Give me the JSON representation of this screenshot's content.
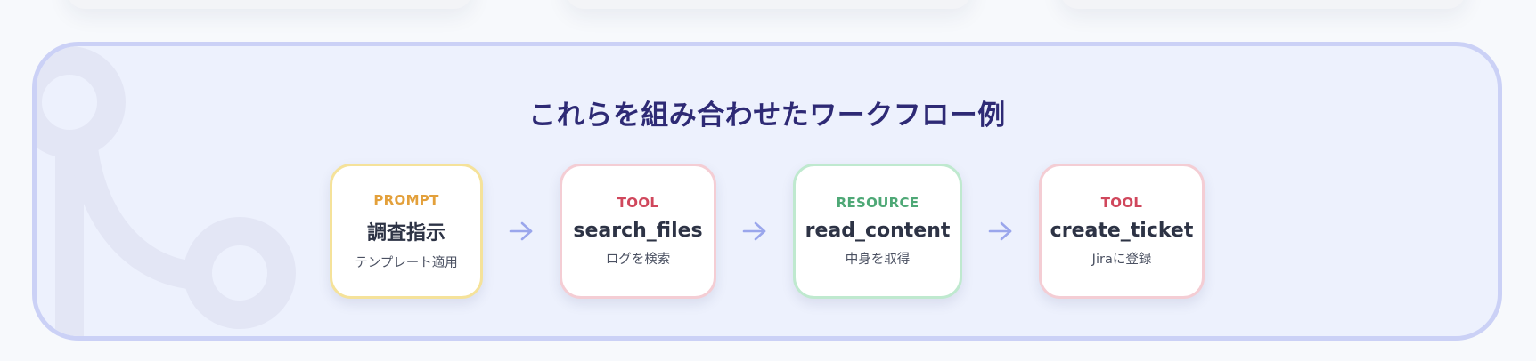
{
  "section": {
    "title": "これらを組み合わせたワークフロー例"
  },
  "colors": {
    "panel_border": "#cbd1f6",
    "panel_bg": "#edf1fd",
    "title": "#2e2a75",
    "arrow": "#9aa6ec",
    "prompt": "#e3a03b",
    "tool": "#d0475c",
    "resource": "#4ea876"
  },
  "workflow": {
    "steps": [
      {
        "kind": "PROMPT",
        "name": "調査指示",
        "desc": "テンプレート適用",
        "kind_color": "#e3a03b",
        "border": "#f5e29a"
      },
      {
        "kind": "TOOL",
        "name": "search_files",
        "desc": "ログを検索",
        "kind_color": "#d0475c",
        "border": "#f4cdd4"
      },
      {
        "kind": "RESOURCE",
        "name": "read_content",
        "desc": "中身を取得",
        "kind_color": "#4ea876",
        "border": "#bfe9cf"
      },
      {
        "kind": "TOOL",
        "name": "create_ticket",
        "desc": "Jiraに登録",
        "kind_color": "#d0475c",
        "border": "#f4cdd4"
      }
    ],
    "arrow_icon": "arrow-right-icon"
  }
}
